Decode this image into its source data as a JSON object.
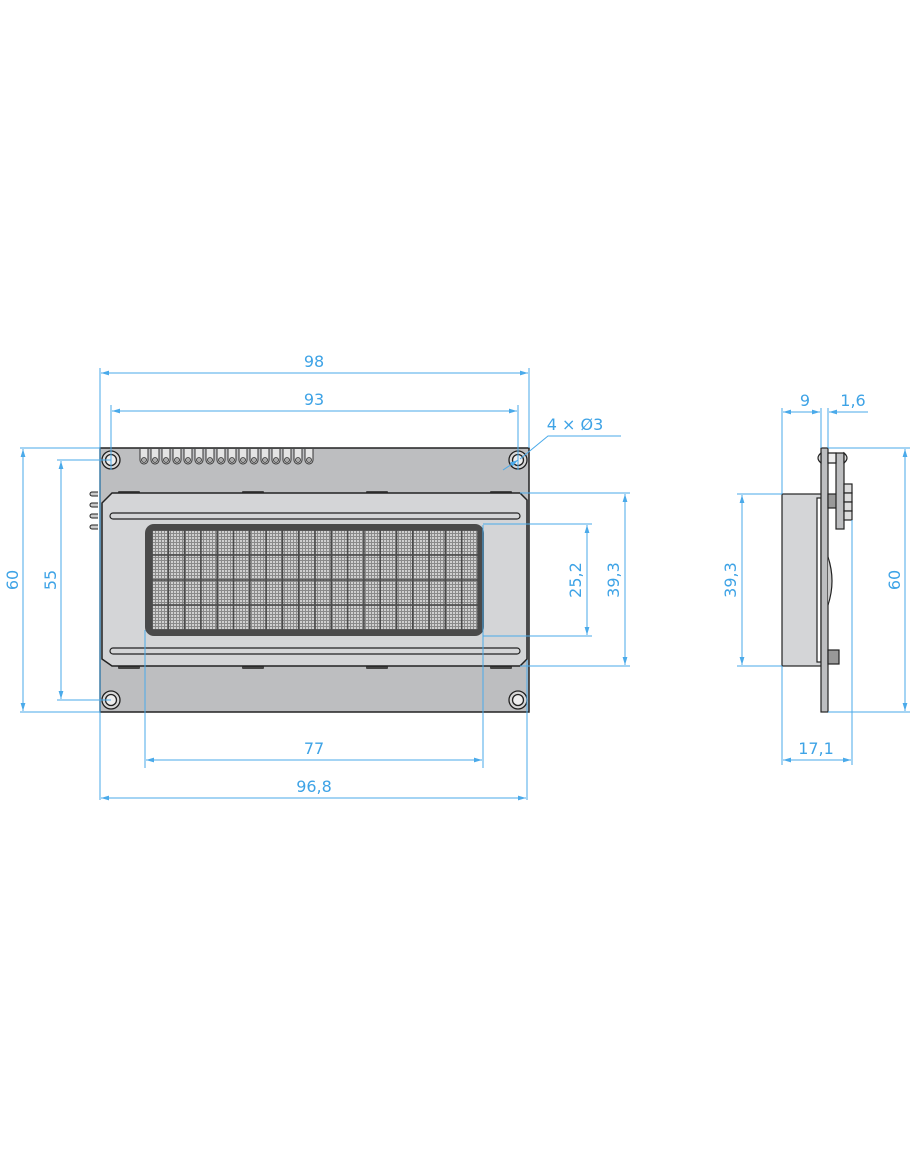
{
  "drawing": {
    "title": "LCD 20x4 module dimensions",
    "units": "mm",
    "colors": {
      "dimension": "#4aaaea",
      "pcb": "#bdbec0",
      "bezel": "#d4d5d7",
      "glass": "#4a4a4a",
      "outline": "#222222"
    },
    "display": {
      "columns": 20,
      "rows": 4
    },
    "header_pins": 16
  },
  "front_view": {
    "dimensions": {
      "pcb_width": "98",
      "hole_spacing_x": "93",
      "holes": "4 × Ø3",
      "pcb_height": "60",
      "hole_spacing_y": "55",
      "viewing_area_height": "25,2",
      "bezel_height": "39,3",
      "viewing_area_width": "77",
      "bezel_width": "96,8"
    }
  },
  "side_view": {
    "dimensions": {
      "bezel_depth": "9",
      "pcb_thickness": "1,6",
      "bezel_height": "39,3",
      "pcb_height": "60",
      "total_depth": "17,1"
    }
  }
}
